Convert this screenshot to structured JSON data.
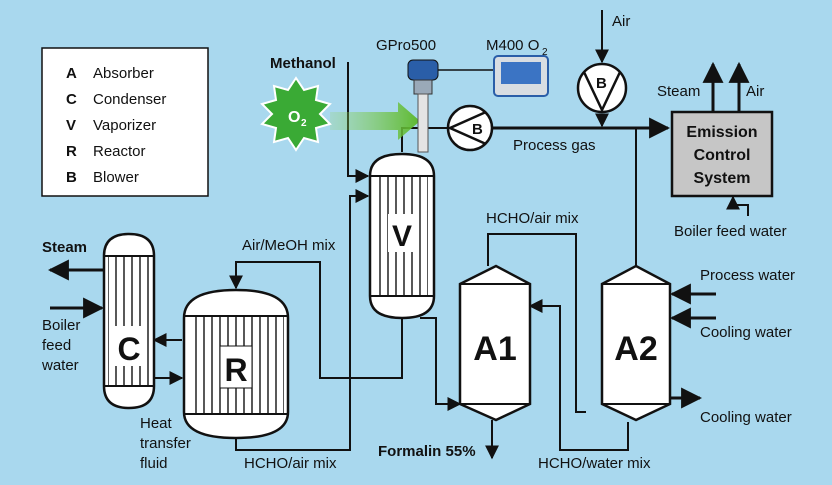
{
  "legend": {
    "items": [
      {
        "key": "A",
        "label": "Absorber"
      },
      {
        "key": "C",
        "label": "Condenser"
      },
      {
        "key": "V",
        "label": "Vaporizer"
      },
      {
        "key": "R",
        "label": "Reactor"
      },
      {
        "key": "B",
        "label": "Blower"
      }
    ]
  },
  "equipment": {
    "condenser": "C",
    "reactor": "R",
    "vaporizer": "V",
    "absorber1": "A1",
    "absorber2": "A2",
    "blower": "B",
    "emission_control": [
      "Emission",
      "Control",
      "System"
    ]
  },
  "instruments": {
    "sensor": "GPro500",
    "transmitter": "M400 O",
    "transmitter_sub": "2",
    "o2_badge": "O",
    "o2_badge_sub": "2"
  },
  "labels": {
    "methanol": "Methanol",
    "air_top": "Air",
    "steam_right": "Steam",
    "air_right": "Air",
    "process_gas": "Process gas",
    "boiler_feed_water_right": "Boiler feed water",
    "hcho_air_mix_top": "HCHO/air mix",
    "air_meoh_mix": "Air/MeOH mix",
    "steam_left": "Steam",
    "boiler_left": [
      "Boiler",
      "feed",
      "water"
    ],
    "heat_transfer": [
      "Heat",
      "transfer",
      "fluid"
    ],
    "hcho_air_mix_bottom": "HCHO/air mix",
    "formalin": "Formalin 55%",
    "hcho_water_mix": "HCHO/water mix",
    "process_water": "Process water",
    "cooling_water_1": "Cooling water",
    "cooling_water_2": "Cooling water"
  },
  "colors": {
    "background": "#a9d8ee",
    "o2_green": "#3aaa35",
    "arrow_green": "#5cb82e",
    "sensor_blue": "#2a5ea8",
    "emission_fill": "#c6c6c6"
  }
}
